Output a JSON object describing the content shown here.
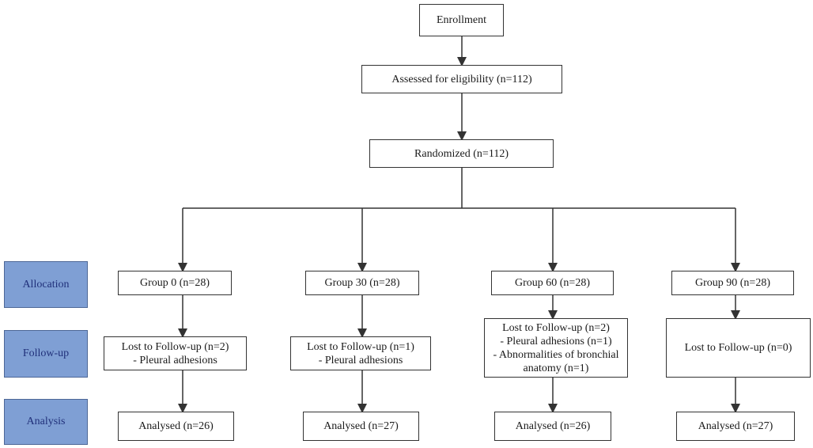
{
  "colors": {
    "stage_fill": "#7f9fd4",
    "stage_border": "#4d6796",
    "stage_text": "#20307a",
    "box_border": "#333333",
    "arrow": "#333333"
  },
  "top": {
    "enrollment": "Enrollment",
    "assessed": "Assessed for eligibility (n=112)",
    "randomized": "Randomized (n=112)"
  },
  "stages": {
    "allocation": "Allocation",
    "followup": "Follow-up",
    "analysis": "Analysis"
  },
  "groups": [
    {
      "allocation": "Group 0 (n=28)",
      "followup": {
        "heading": "Lost to Follow-up (n=2)",
        "reasons": [
          "- Pleural adhesions"
        ]
      },
      "analysis": "Analysed (n=26)"
    },
    {
      "allocation": "Group 30 (n=28)",
      "followup": {
        "heading": "Lost to Follow-up (n=1)",
        "reasons": [
          "- Pleural adhesions"
        ]
      },
      "analysis": "Analysed (n=27)"
    },
    {
      "allocation": "Group 60 (n=28)",
      "followup": {
        "heading": "Lost to Follow-up (n=2)",
        "reasons": [
          "- Pleural adhesions (n=1)",
          "- Abnormalities of bronchial",
          "anatomy (n=1)"
        ]
      },
      "analysis": "Analysed (n=26)"
    },
    {
      "allocation": "Group 90 (n=28)",
      "followup": {
        "heading": "Lost to Follow-up (n=0)",
        "reasons": []
      },
      "analysis": "Analysed (n=27)"
    }
  ]
}
